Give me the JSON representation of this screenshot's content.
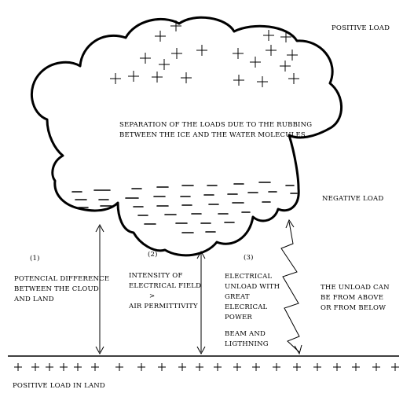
{
  "labels": {
    "positive_load": "POSITIVE LOAD",
    "negative_load": "NEGATIVE LOAD",
    "separation_line1": "SEPARATION OF THE LOADS DUE TO THE RUBBING",
    "separation_line2": "BETWEEN THE ICE AND THE WATER MOLECULES",
    "positive_load_land": "POSITIVE LOAD IN LAND"
  },
  "steps": [
    {
      "number": "(1)",
      "lines": [
        "POTENCIAL DIFFERENCE",
        "BETWEEN THE CLOUD",
        "AND LAND"
      ]
    },
    {
      "number": "(2)",
      "lines": [
        "INTENSITY OF",
        "ELECTRICAL FIELD",
        ">",
        "AIR PERMITTIVITY"
      ]
    },
    {
      "number": "(3)",
      "lines": [
        "ELECTRICAL",
        "UNLOAD WITH",
        "GREAT",
        "ELECRICAL",
        "POWER"
      ],
      "extra": [
        "BEAM AND",
        "LIGTHNING"
      ]
    }
  ],
  "unload_note": [
    "THE UNLOAD CAN",
    "BE FROM ABOVE",
    "OR FROM BELOW"
  ],
  "colors": {
    "ink": "#000000",
    "background": "#ffffff"
  }
}
